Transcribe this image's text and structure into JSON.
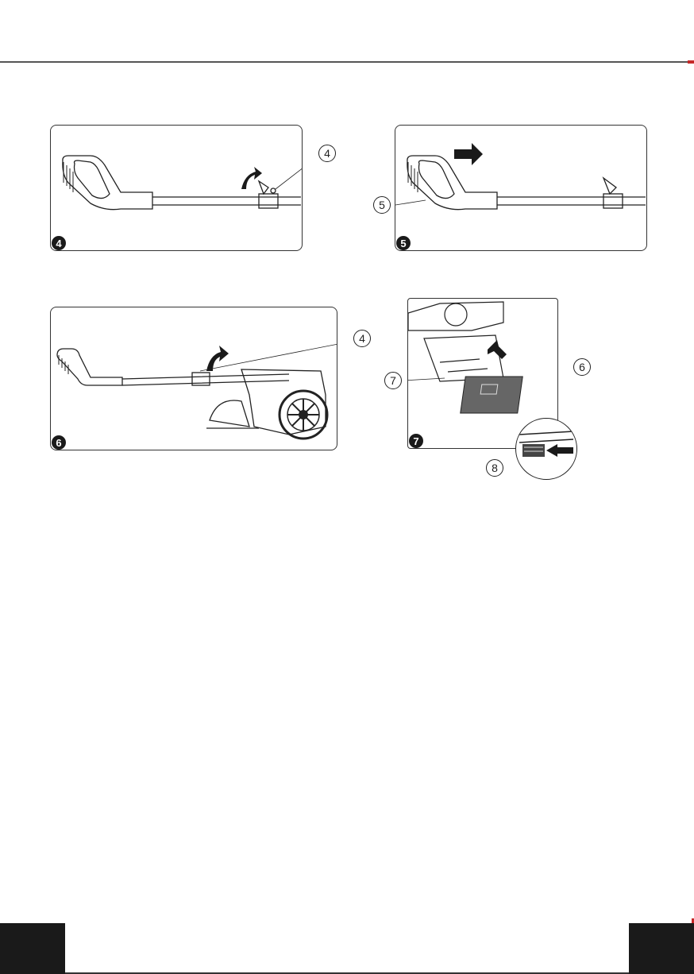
{
  "steps": [
    {
      "badge": "4",
      "callouts": [
        "4"
      ]
    },
    {
      "badge": "5",
      "callouts": [
        "5"
      ]
    },
    {
      "badge": "6",
      "callouts": [
        "4"
      ]
    },
    {
      "badge": "7",
      "callouts": [
        "6",
        "7",
        "8"
      ]
    }
  ],
  "colors": {
    "accent": "#c62828",
    "ink": "#1a1a1a",
    "rule": "#555555"
  },
  "icons": [
    "arrow-right-icon",
    "curved-arrow-icon",
    "handle-illustration",
    "mower-illustration",
    "battery-illustration"
  ]
}
